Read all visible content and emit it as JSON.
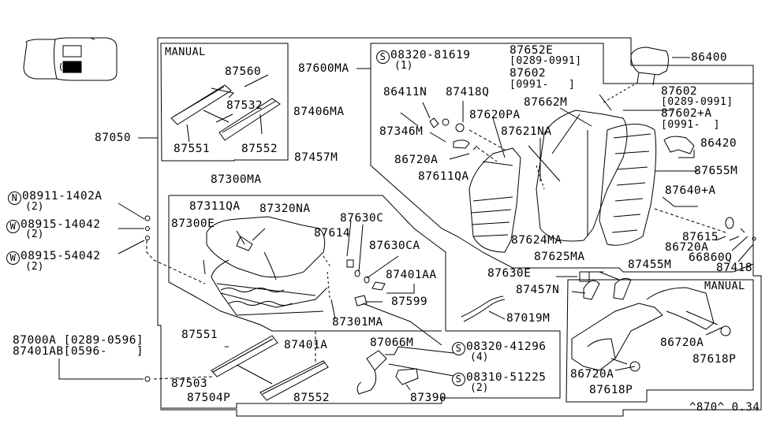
{
  "diagram": {
    "section_labels": {
      "manual_top": "MANUAL",
      "manual_bottom": "MANUAL"
    },
    "footer_code": "^870^ 0.34",
    "parts": {
      "p87560": "87560",
      "p87532": "87532",
      "p87551_top": "87551",
      "p87552_top": "87552",
      "p87050": "87050",
      "p87600MA": "87600MA",
      "p87406MA": "87406MA",
      "p87457M": "87457M",
      "p87300MA": "87300MA",
      "p87311QA": "87311QA",
      "p87320NA": "87320NA",
      "p87300E": "87300E",
      "p87614": "87614",
      "p87630C": "87630C",
      "p87630CA": "87630CA",
      "p87401AA": "87401AA",
      "p87599": "87599",
      "p87301MA": "87301MA",
      "p87551_bot": "87551",
      "p87401A": "87401A",
      "p87503": "87503",
      "p87504P": "87504P",
      "p87552_bot": "87552",
      "p87066M": "87066M",
      "p87390": "87390",
      "p87019M": "87019M",
      "p87630E": "87630E",
      "p87457N": "87457N",
      "p87455M": "87455M",
      "p86411N": "86411N",
      "p87418Q": "87418Q",
      "p87620PA": "87620PA",
      "p87346M": "87346M",
      "p86720A_a": "86720A",
      "p87611QA": "87611QA",
      "p87621NA": "87621NA",
      "p87662M": "87662M",
      "p87624MA": "87624MA",
      "p87625MA": "87625MA",
      "p87652E": "87652E",
      "p87652E_range": "[0289-0991]",
      "p87602_a": "87602",
      "p87602_a_range": "[0991-   ]",
      "p86400": "86400",
      "p87602_b": "87602",
      "p87602_b_range": "[0289-0991]",
      "p87602A": "87602+A",
      "p87602A_range": "[0991-  ]",
      "p86420": "86420",
      "p87655M": "87655M",
      "p87640A": "87640+A",
      "p87615": "87615",
      "p86720A_b": "86720A",
      "p66860Q": "66860Q",
      "p87418": "87418",
      "p86720A_c": "86720A",
      "p87618P_a": "87618P",
      "p86720A_d": "86720A",
      "p87618P_b": "87618P",
      "p87000A": "87000A",
      "p87000A_range": "[0289-0596]",
      "p87401AB": "87401AB",
      "p87401AB_range": "[0596-    ]"
    },
    "fasteners": {
      "s08320_81619": {
        "prefix": "S",
        "number": "08320-81619",
        "qty": "(1)"
      },
      "n08911_1402A": {
        "prefix": "N",
        "number": "08911-1402A",
        "qty": "(2)"
      },
      "w08915_14042": {
        "prefix": "W",
        "number": "08915-14042",
        "qty": "(2)"
      },
      "w08915_54042": {
        "prefix": "W",
        "number": "08915-54042",
        "qty": "(2)"
      },
      "s08320_41296": {
        "prefix": "S",
        "number": "08320-41296",
        "qty": "(4)"
      },
      "s08310_51225": {
        "prefix": "S",
        "number": "08310-51225",
        "qty": "(2)"
      }
    }
  }
}
